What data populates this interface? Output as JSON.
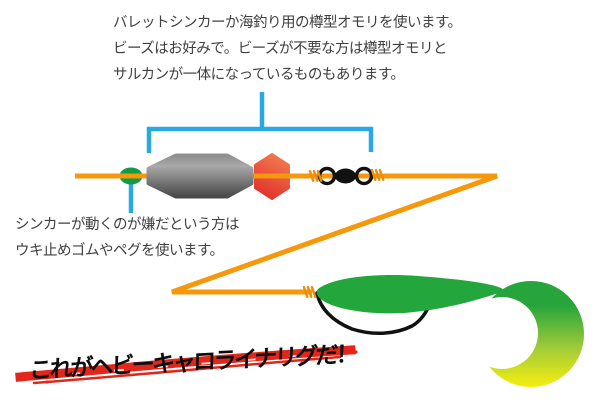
{
  "notes": {
    "weight_note": {
      "lines": [
        "バレットシンカーか海釣り用の樽型オモリを使います。",
        "ビーズはお好みで。ビーズが不要な方は樽型オモリと",
        "サルカンが一体になっているものもあります。"
      ]
    },
    "stopper_note": {
      "lines": [
        "シンカーが動くのが嫌だという方は",
        "ウキ止めゴムやペグを使います。"
      ]
    }
  },
  "caption": "これがヘビーキャロライナリグだ！",
  "colors": {
    "line_orange": "#F5980B",
    "knot_orange": "#EF8B05",
    "pointer_blue": "#29A9E1",
    "stopper_green": "#109B45",
    "sinker_gray_top": "#A9A9A9",
    "sinker_gray_bottom": "#4A4A4A",
    "bead_red_top": "#F27B50",
    "bead_red_bottom": "#E0302B",
    "swivel_black": "#111111",
    "lure_green": "#23A63C",
    "lure_yellow": "#FFF100",
    "brush_red": "#E3261B",
    "note_text": "#3F3F3F",
    "caption_text": "#0D0D0D"
  },
  "icons": {
    "stopper_bead": "green-oval-stopper",
    "bullet_sinker": "gray-barrel-weight",
    "bead": "red-faceted-bead",
    "swivel": "black-barrel-swivel-with-rings",
    "line_knot": "orange-knot-coil",
    "hook": "offset-worm-hook",
    "lure": "green-curly-tail-grub"
  }
}
